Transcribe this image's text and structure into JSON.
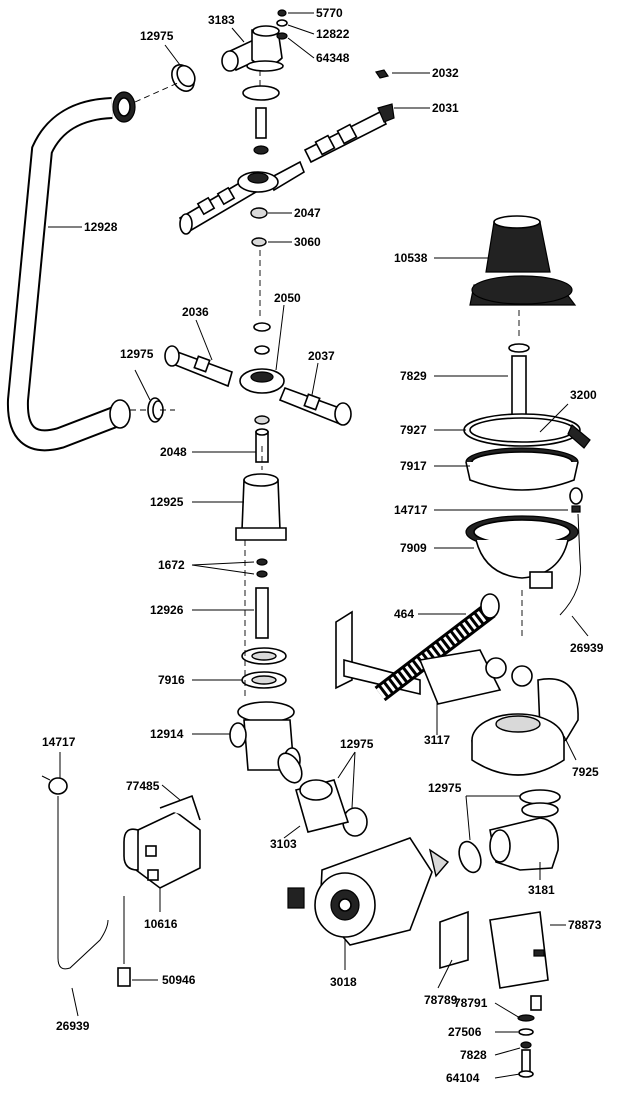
{
  "callouts": [
    {
      "id": "c5770",
      "text": "5770"
    },
    {
      "id": "c3183",
      "text": "3183"
    },
    {
      "id": "c12822",
      "text": "12822"
    },
    {
      "id": "c12975a",
      "text": "12975"
    },
    {
      "id": "c64348",
      "text": "64348"
    },
    {
      "id": "c2032",
      "text": "2032"
    },
    {
      "id": "c2031",
      "text": "2031"
    },
    {
      "id": "c12928",
      "text": "12928"
    },
    {
      "id": "c2047",
      "text": "2047"
    },
    {
      "id": "c3060",
      "text": "3060"
    },
    {
      "id": "c10538",
      "text": "10538"
    },
    {
      "id": "c2050",
      "text": "2050"
    },
    {
      "id": "c2036",
      "text": "2036"
    },
    {
      "id": "c2037",
      "text": "2037"
    },
    {
      "id": "c12975b",
      "text": "12975"
    },
    {
      "id": "c7829",
      "text": "7829"
    },
    {
      "id": "c3200",
      "text": "3200"
    },
    {
      "id": "c7927",
      "text": "7927"
    },
    {
      "id": "c2048",
      "text": "2048"
    },
    {
      "id": "c7917",
      "text": "7917"
    },
    {
      "id": "c12925",
      "text": "12925"
    },
    {
      "id": "c14717a",
      "text": "14717"
    },
    {
      "id": "c7909",
      "text": "7909"
    },
    {
      "id": "c1672",
      "text": "1672"
    },
    {
      "id": "c12926",
      "text": "12926"
    },
    {
      "id": "c464",
      "text": "464"
    },
    {
      "id": "c26939a",
      "text": "26939"
    },
    {
      "id": "c7916",
      "text": "7916"
    },
    {
      "id": "c12914",
      "text": "12914"
    },
    {
      "id": "c3117",
      "text": "3117"
    },
    {
      "id": "c14717b",
      "text": "14717"
    },
    {
      "id": "c12975c",
      "text": "12975"
    },
    {
      "id": "c7925",
      "text": "7925"
    },
    {
      "id": "c77485",
      "text": "77485"
    },
    {
      "id": "c12975d",
      "text": "12975"
    },
    {
      "id": "c3103",
      "text": "3103"
    },
    {
      "id": "c3181",
      "text": "3181"
    },
    {
      "id": "c10616",
      "text": "10616"
    },
    {
      "id": "c78873",
      "text": "78873"
    },
    {
      "id": "c3018",
      "text": "3018"
    },
    {
      "id": "c50946",
      "text": "50946"
    },
    {
      "id": "c78789",
      "text": "78789"
    },
    {
      "id": "c78791",
      "text": "78791"
    },
    {
      "id": "c26939b",
      "text": "26939"
    },
    {
      "id": "c27506",
      "text": "27506"
    },
    {
      "id": "c7828",
      "text": "7828"
    },
    {
      "id": "c64104",
      "text": "64104"
    }
  ]
}
